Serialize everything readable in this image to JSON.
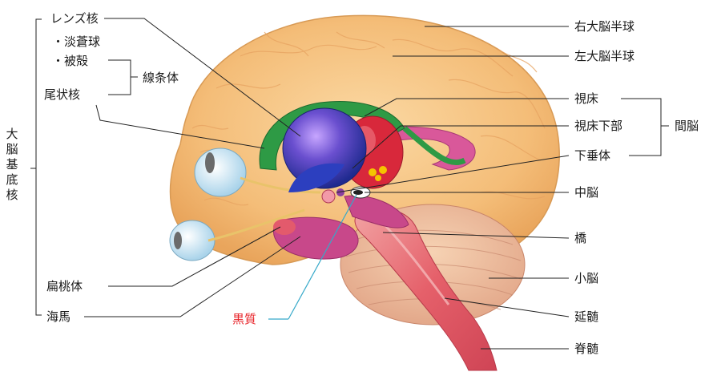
{
  "left_labels": {
    "lens_nucleus": "レンズ核",
    "globus_pallidus": "・淡蒼球",
    "putamen": "・被殻",
    "striatum": "線条体",
    "caudate_nucleus": "尾状核",
    "amygdala": "扁桃体",
    "hippocampus": "海馬",
    "basal_ganglia": "大脳基底核"
  },
  "right_labels": {
    "right_hemisphere": "右大脳半球",
    "left_hemisphere": "左大脳半球",
    "thalamus": "視床",
    "hypothalamus": "視床下部",
    "pituitary": "下垂体",
    "diencephalon": "間脳",
    "midbrain": "中脳",
    "pons": "橋",
    "cerebellum": "小脳",
    "medulla": "延髄",
    "spinal_cord": "脊髄"
  },
  "bottom_labels": {
    "substantia_nigra": "黒質"
  },
  "colors": {
    "cerebrum": "#f5c27f",
    "lens_nucleus": "#3b3fa8",
    "caudate": "#2e9a45",
    "thalamus": "#d8283b",
    "limbic": "#c8488a",
    "brainstem": "#e7606a",
    "substantia_nigra_text": "#e8242a",
    "substantia_nigra_line": "#36a9c9"
  }
}
